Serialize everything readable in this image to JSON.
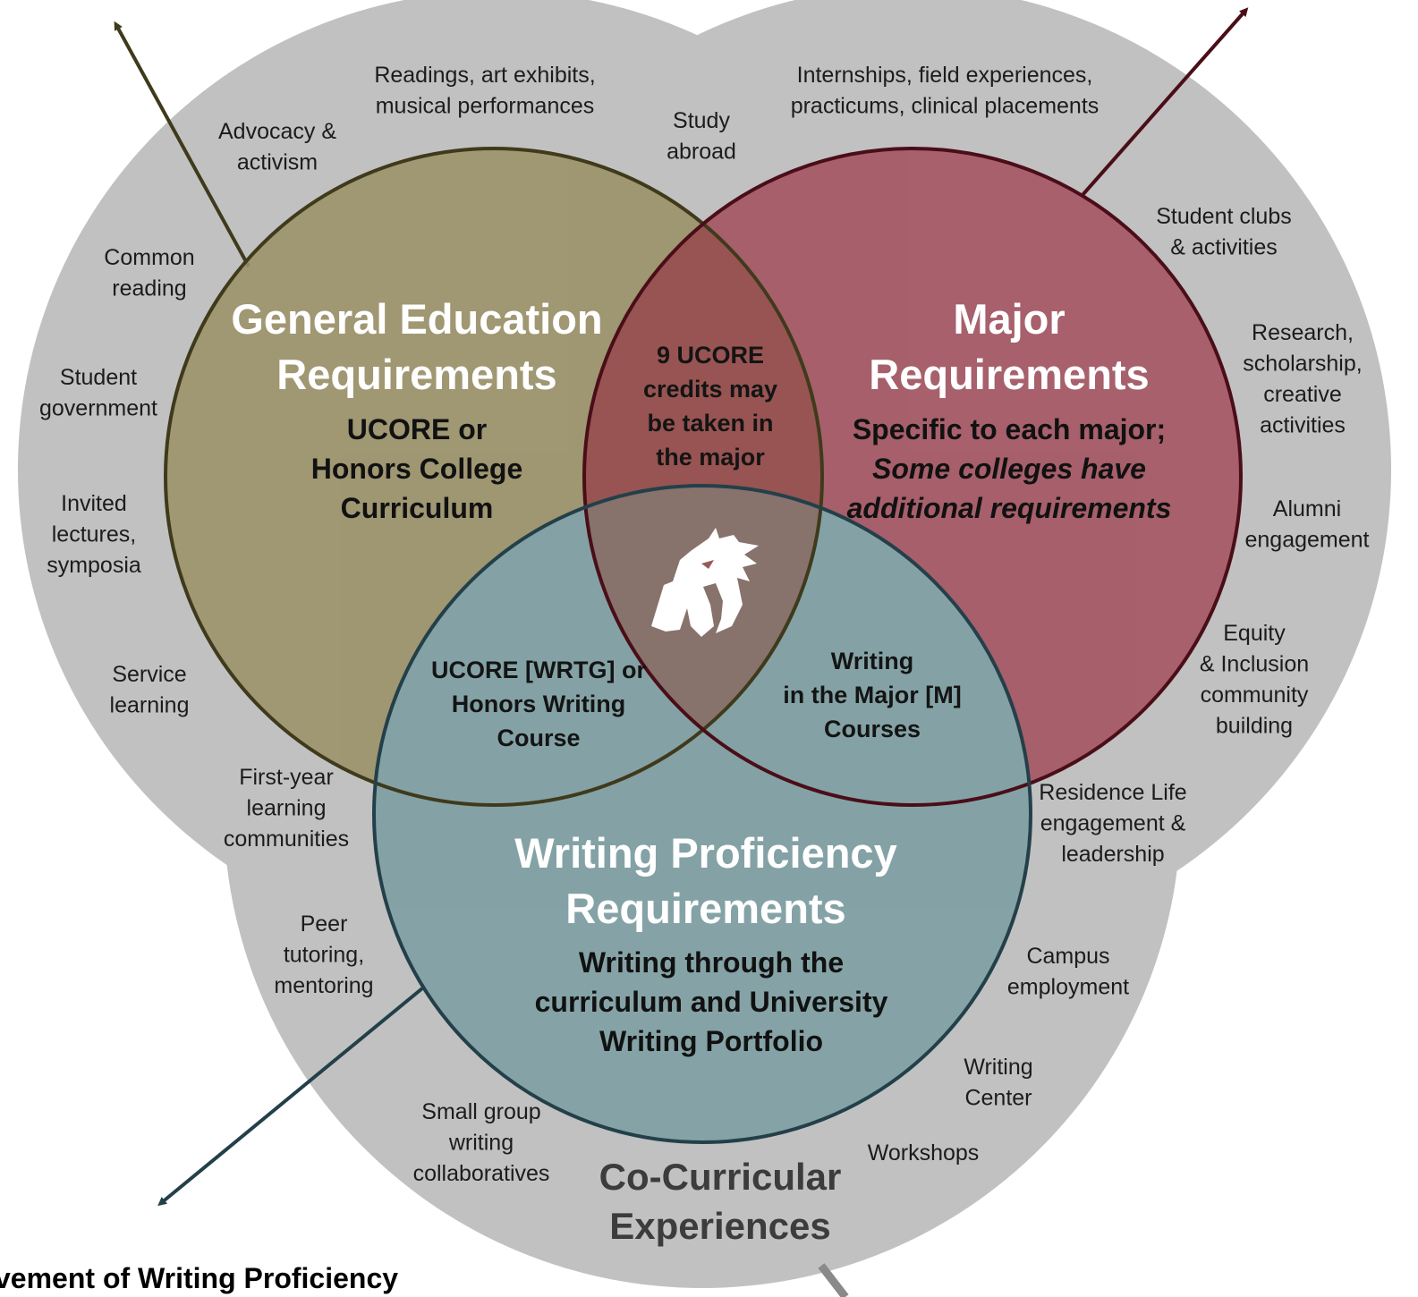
{
  "colors": {
    "outer": "#c1c1c1",
    "gen_ed": "#9b9168",
    "gen_ed_stroke": "#3f3a1b",
    "major": "#a35260",
    "major_stroke": "#4a0e19",
    "writing": "#7c9ea2",
    "writing_stroke": "#23404a"
  },
  "circles": {
    "gen_ed": {
      "title": [
        "General Education",
        "Requirements"
      ],
      "subtitle": [
        "UCORE or",
        "Honors College",
        "Curriculum"
      ]
    },
    "major": {
      "title": [
        "Major",
        "Requirements"
      ],
      "subtitle": [
        "Specific to each major;",
        "Some colleges have",
        "additional requirements"
      ]
    },
    "writing": {
      "title": [
        "Writing Proficiency",
        "Requirements"
      ],
      "subtitle": [
        "Writing through the",
        "curriculum and University",
        "Writing Portfolio"
      ]
    }
  },
  "overlaps": {
    "gen_major": [
      "9 UCORE",
      "credits may",
      "be taken in",
      "the major"
    ],
    "gen_writing": [
      "UCORE [WRTG] or",
      "Honors Writing",
      "Course"
    ],
    "major_writing": [
      "Writing",
      "in the Major [M]",
      "Courses"
    ]
  },
  "center_logo": "cougar-head-logo",
  "co_curricular": {
    "title": [
      "Co-Curricular",
      "Experiences"
    ],
    "items": [
      [
        "Readings, art exhibits,",
        "musical performances"
      ],
      [
        "Advocacy &",
        "activism"
      ],
      [
        "Study",
        "abroad"
      ],
      [
        "Internships, field experiences,",
        "practicums, clinical placements"
      ],
      [
        "Common",
        "reading"
      ],
      [
        "Student",
        "government"
      ],
      [
        "Invited",
        "lectures,",
        "symposia"
      ],
      [
        "Service",
        "learning"
      ],
      [
        "First-year",
        "learning",
        "communities"
      ],
      [
        "Peer",
        "tutoring,",
        "mentoring"
      ],
      [
        "Small group",
        "writing",
        "collaboratives"
      ],
      [
        "Workshops"
      ],
      [
        "Writing",
        "Center"
      ],
      [
        "Campus",
        "employment"
      ],
      [
        "Residence Life",
        "engagement &",
        "leadership"
      ],
      [
        "Student clubs",
        "& activities"
      ],
      [
        "Research,",
        "scholarship,",
        "creative",
        "activities"
      ],
      [
        "Alumni",
        "engagement"
      ],
      [
        "Equity",
        "& Inclusion",
        "community",
        "building"
      ]
    ]
  },
  "footer_text": "vement of Writing Proficiency"
}
